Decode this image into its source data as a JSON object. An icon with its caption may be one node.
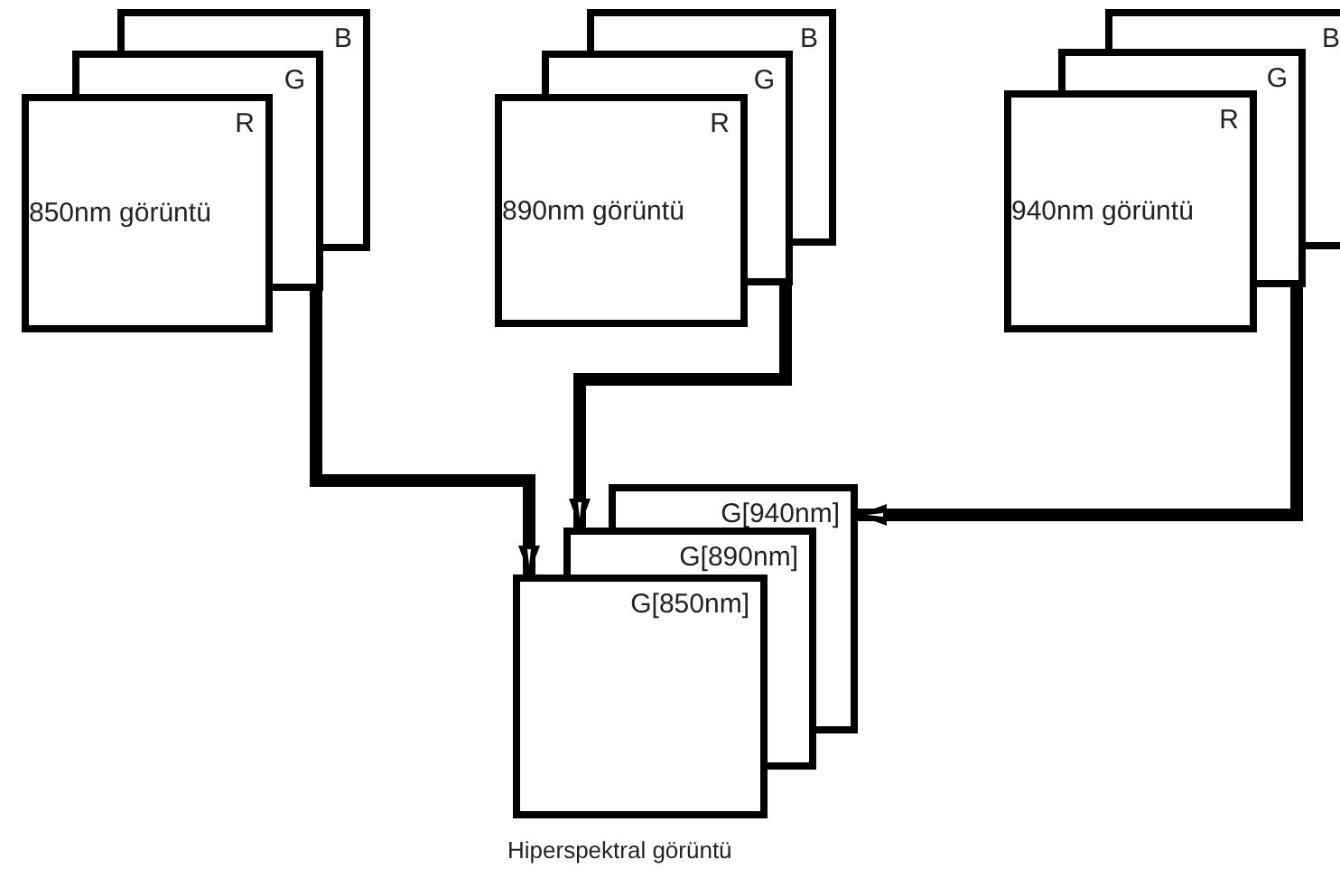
{
  "diagram": {
    "nodes": [
      {
        "text": [
          "B"
        ]
      },
      {
        "text": [
          "G"
        ]
      },
      {
        "text": [
          "R",
          "850nm görüntü"
        ]
      },
      {
        "text": [
          "B"
        ]
      },
      {
        "text": [
          "G"
        ]
      },
      {
        "text": [
          "R",
          "890nm görüntü"
        ]
      },
      {
        "text": [
          "B"
        ]
      },
      {
        "text": [
          "G"
        ]
      },
      {
        "text": [
          "R",
          "940nm görüntü"
        ]
      },
      {
        "text": [
          "G[940nm]"
        ]
      },
      {
        "text": [
          "G[890nm]"
        ]
      },
      {
        "text": [
          "G[850nm]"
        ]
      }
    ],
    "edges": [
      {
        "from": 1,
        "to": 11,
        "arrow": "to"
      },
      {
        "from": 4,
        "to": 10,
        "arrow": "to"
      },
      {
        "from": 7,
        "to": 9,
        "arrow": "to"
      }
    ],
    "labels": [
      "Hiperspektral görüntü"
    ]
  }
}
